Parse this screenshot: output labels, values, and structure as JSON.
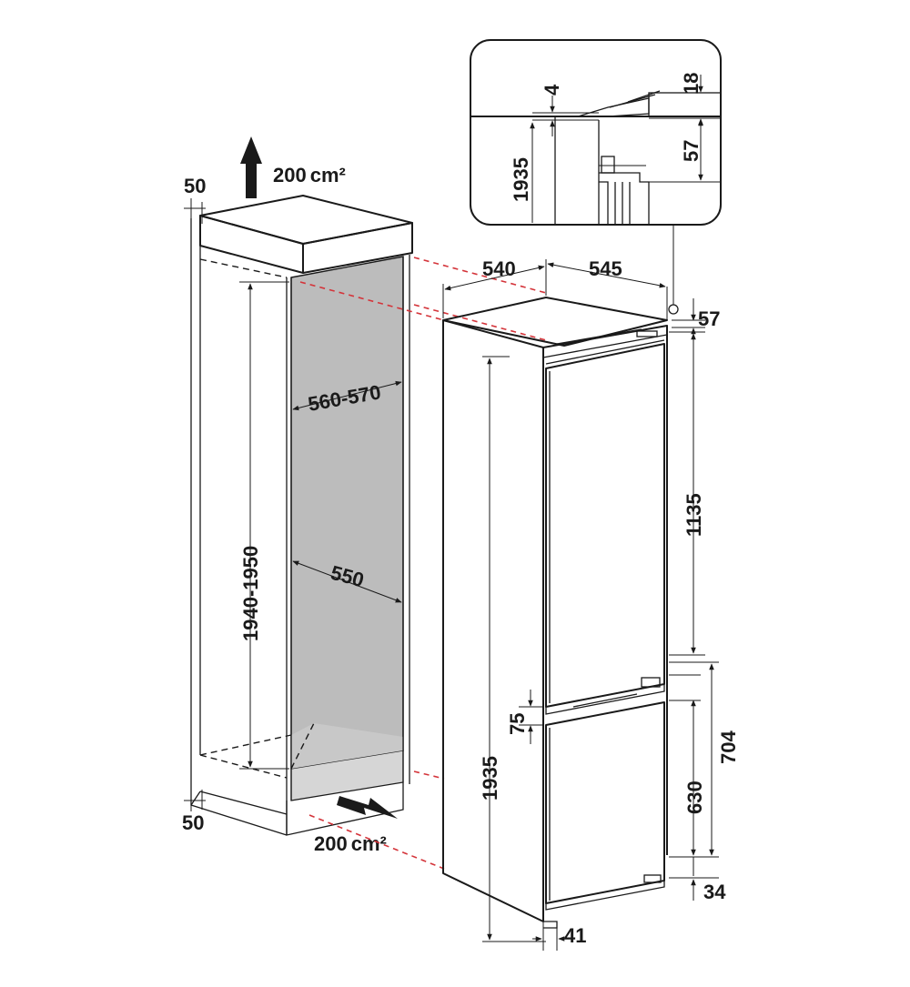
{
  "ventilation": {
    "top": {
      "value": "200",
      "unit": "cm²"
    },
    "bottom": {
      "value": "200",
      "unit": "cm²"
    }
  },
  "niche": {
    "top_gap": "50",
    "bottom_gap": "50",
    "height": "1940-1950",
    "width": "560-570",
    "depth": "550"
  },
  "appliance": {
    "width": "540",
    "depth": "545",
    "height": "1935",
    "top_offset": "57",
    "upper_door": "1135",
    "door_gap": "75",
    "lower_zone": "704",
    "lower_door": "630",
    "plinth_gap": "34",
    "front_offset": "41"
  },
  "detail": {
    "gap": "4",
    "top": "18",
    "height": "1935",
    "hinge": "57"
  }
}
